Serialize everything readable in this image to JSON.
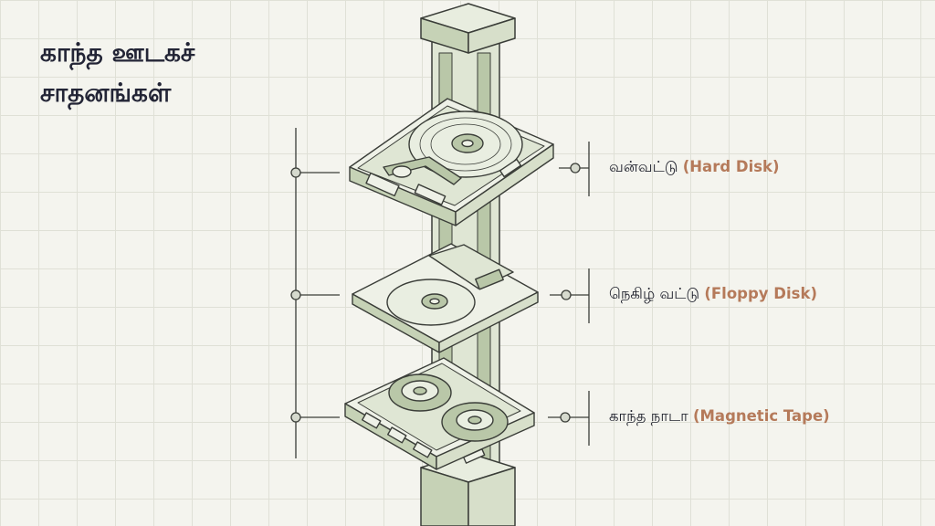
{
  "title": {
    "line1": "காந்த ஊடகச்",
    "line2": "சாதனங்கள்"
  },
  "items": [
    {
      "tamil": "வன்வட்டு",
      "english": "(Hard Disk)"
    },
    {
      "tamil": "நெகிழ் வட்டு",
      "english": "(Floppy Disk)"
    },
    {
      "tamil": "காந்த நாடா",
      "english": "(Magnetic Tape)"
    }
  ],
  "colors": {
    "background": "#f4f4ee",
    "grid": "#dfe0d6",
    "ink": "#3a3d38",
    "device_fill": "#dfe6d4",
    "device_accent": "#b9c7a8",
    "english_label": "#b57a5a"
  }
}
